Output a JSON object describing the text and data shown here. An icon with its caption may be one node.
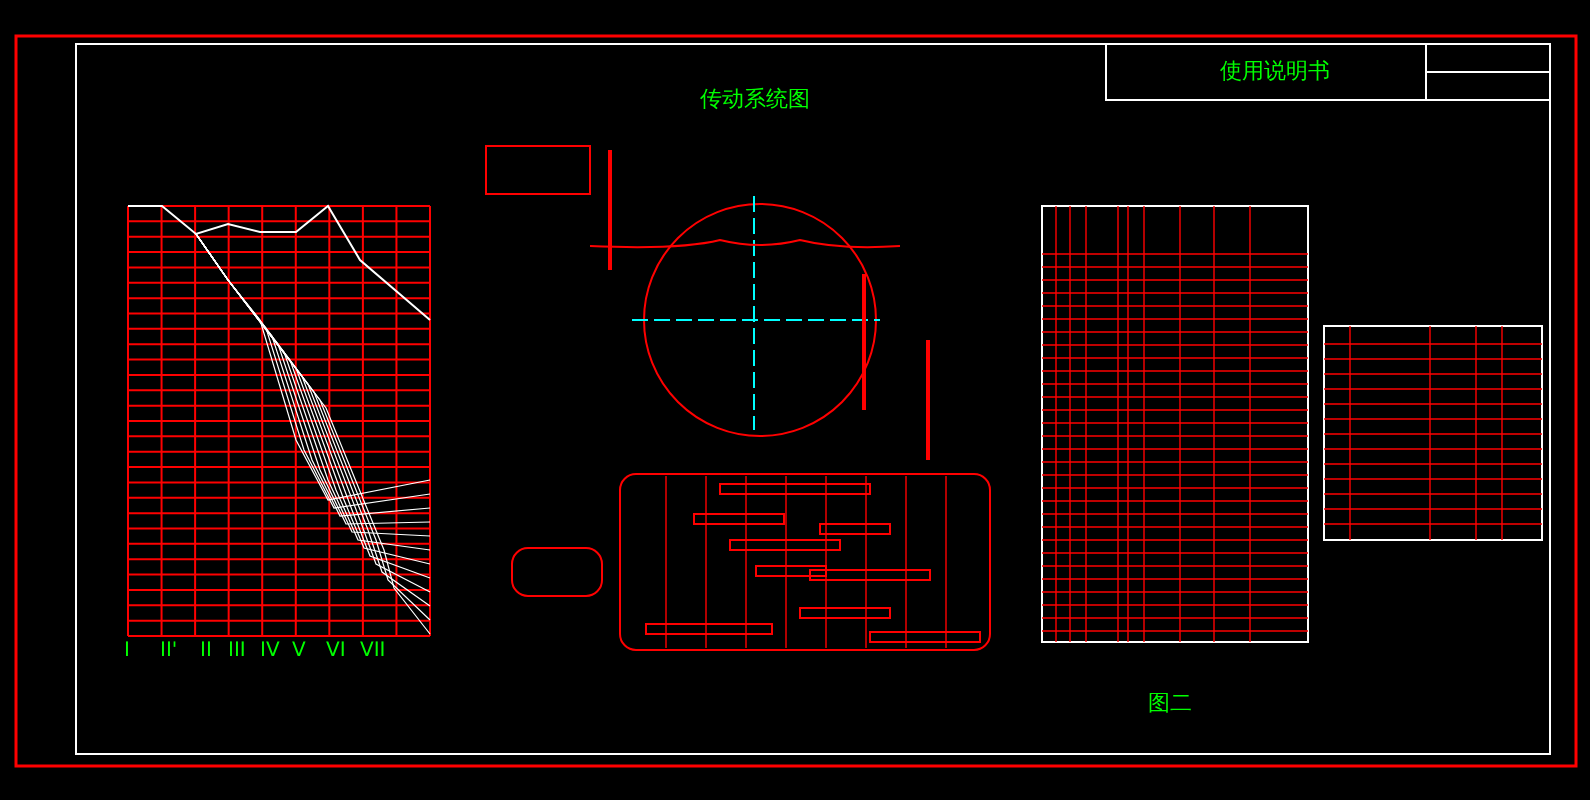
{
  "diagram": {
    "title": "传动系统图",
    "labels": [
      "使用说明书",
      "I",
      "II'",
      "II",
      "III",
      "IV",
      "V",
      "VI",
      "VII",
      "图二"
    ]
  }
}
